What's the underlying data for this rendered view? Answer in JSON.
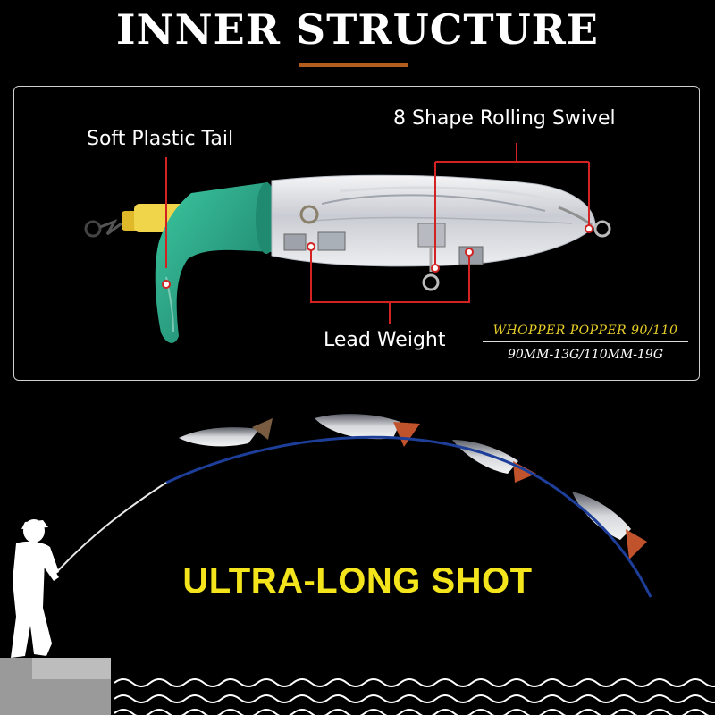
{
  "header": {
    "title": "INNER STRUCTURE"
  },
  "callouts": {
    "soft_tail": "Soft Plastic Tail",
    "swivel": "8 Shape Rolling Swivel",
    "lead_weight": "Lead Weight"
  },
  "model": {
    "name": "WHOPPER POPPER 90/110",
    "spec": "90MM-13G/110MM-19G"
  },
  "banner": {
    "text": "ULTRA-LONG SHOT"
  },
  "colors": {
    "accent_underline": "#b35d1e",
    "callout_line": "#d32222",
    "headline": "#f3e41b",
    "tail_green": "#2aa587",
    "rod_blue": "#1d3f9a"
  }
}
